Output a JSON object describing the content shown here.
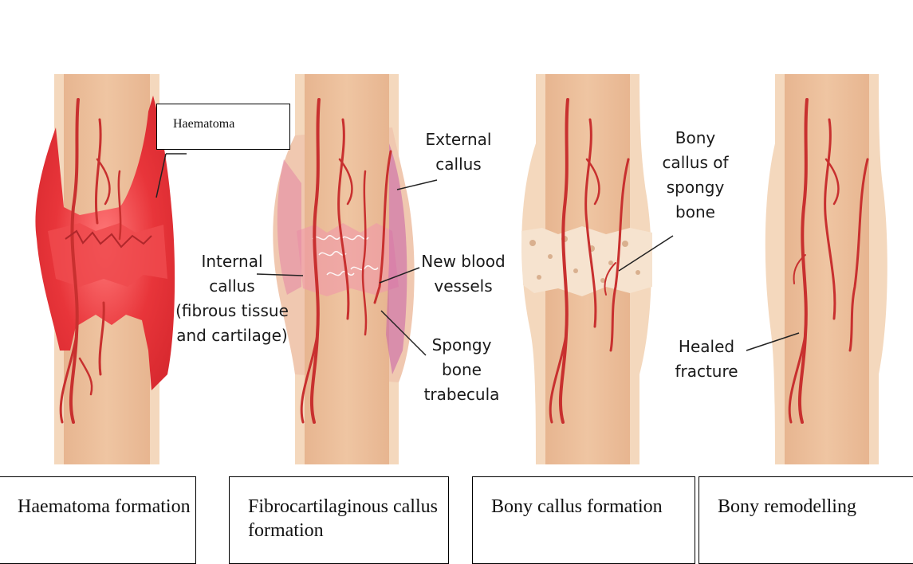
{
  "haematoma_label": "Haematoma",
  "callouts": {
    "external_callus": "External\ncallus",
    "internal_callus": "Internal\ncallus\n(fibrous tissue\nand cartilage)",
    "new_blood_vessels": "New blood\nvessels",
    "spongy_bone_trabecula": "Spongy\nbone\ntrabecula",
    "bony_callus_spongy_bone": "Bony\ncallus of\nspongy\nbone",
    "healed_fracture": "Healed\nfracture"
  },
  "stages": [
    {
      "label": "Haematoma formation"
    },
    {
      "label": "Fibrocartilaginous callus formation"
    },
    {
      "label": "Bony callus formation"
    },
    {
      "label": "Bony remodelling"
    }
  ],
  "colors": {
    "bone_outer": "#f4d8bd",
    "bone_inner": "#e9b992",
    "bone_edge": "#d7a780",
    "vessel": "#cf3a3a",
    "haematoma": "#e8353a",
    "haematoma_glow": "#ff6e6e",
    "callus_pink": "#e98aa5",
    "callus_violet": "#c96aa6",
    "trabecula_fill": "#f6e3cf",
    "trabecula_spot": "#d9b08f",
    "leader": "#222222"
  }
}
